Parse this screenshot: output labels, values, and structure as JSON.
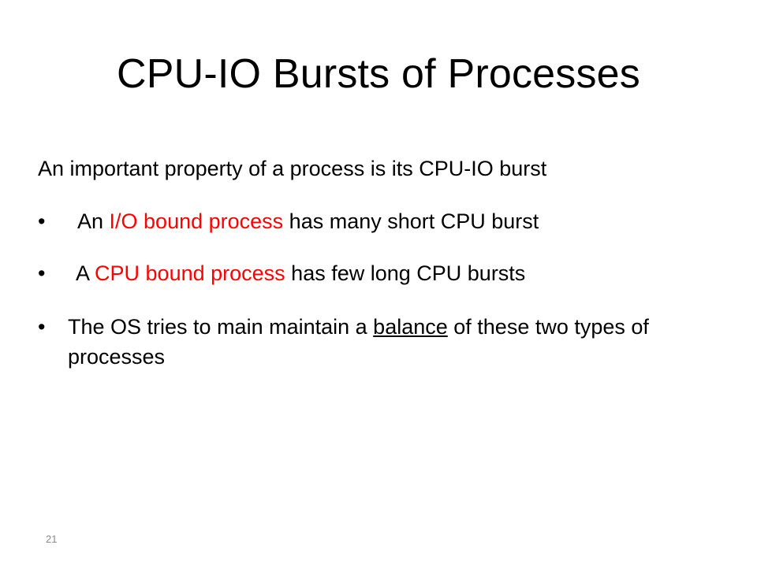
{
  "slide": {
    "title": "CPU-IO Bursts of Processes",
    "intro": "An important property of a process is its CPU-IO burst",
    "bullet_symbol": "•",
    "bullets": [
      {
        "prefix": "An ",
        "highlight": "I/O bound process",
        "suffix": " has many short CPU burst"
      },
      {
        "prefix": "A ",
        "highlight": "CPU bound process",
        "suffix": " has few long CPU bursts"
      },
      {
        "prefix": "The OS tries to main maintain a ",
        "emphasis": "balance",
        "suffix": " of these two types of processes"
      }
    ],
    "page_number": "21"
  },
  "colors": {
    "highlight": "#ff0000",
    "text": "#000000",
    "page_number": "#8a8a8a"
  }
}
